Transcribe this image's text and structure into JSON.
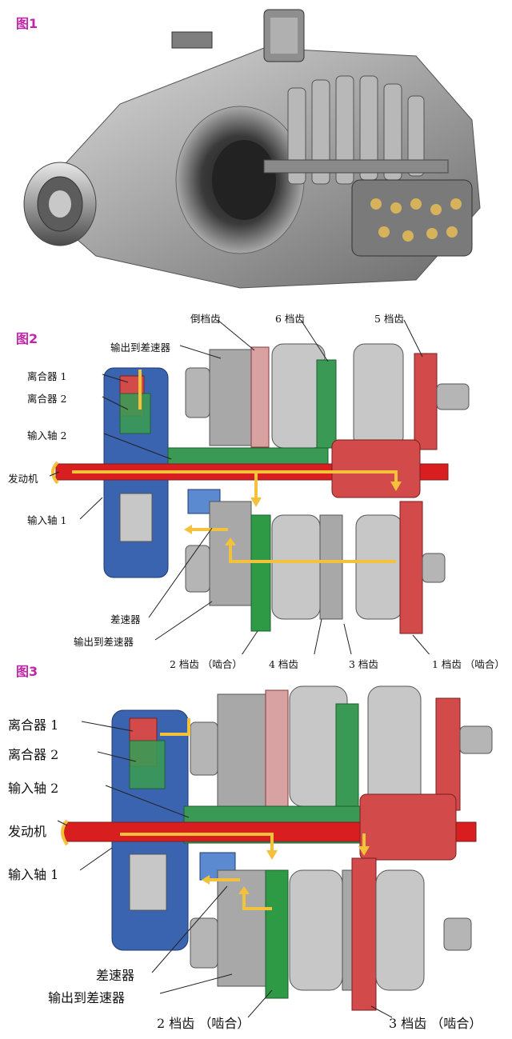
{
  "figures": {
    "fig1": {
      "label": "图1"
    },
    "fig2": {
      "label": "图2",
      "labels": {
        "reverse_gear": "倒档齿",
        "gear6": "6 档齿",
        "gear5": "5 档齿",
        "output_to_diff_top": "输出到差速器",
        "clutch1": "离合器 1",
        "clutch2": "离合器 2",
        "input_shaft2": "输入轴 2",
        "engine": "发动机",
        "input_shaft1": "输入轴 1",
        "differential": "差速器",
        "output_to_diff_bottom": "输出到差速器",
        "gear2_engaged": "2 档齿 （啮合）",
        "gear4": "4 档齿",
        "gear3": "3 档齿",
        "gear1_engaged": "1 档齿 （啮合）"
      }
    },
    "fig3": {
      "label": "图3",
      "labels": {
        "clutch1": "离合器 1",
        "clutch2": "离合器 2",
        "input_shaft2": "输入轴 2",
        "engine": "发动机",
        "input_shaft1": "输入轴 1",
        "differential": "差速器",
        "output_to_diff": "输出到差速器",
        "gear2_engaged": "2 档齿 （啮合）",
        "gear3_engaged": "3 档齿 （啮合）"
      }
    }
  },
  "colors": {
    "power_path_red": "#d81e1e",
    "second_path_green": "#2e9a45",
    "clutch_blue": "#3a64b0",
    "flow_arrow_yellow": "#f3c23a",
    "gear_grey": "#9a9a9a",
    "figure_label_magenta": "#c026a8"
  }
}
